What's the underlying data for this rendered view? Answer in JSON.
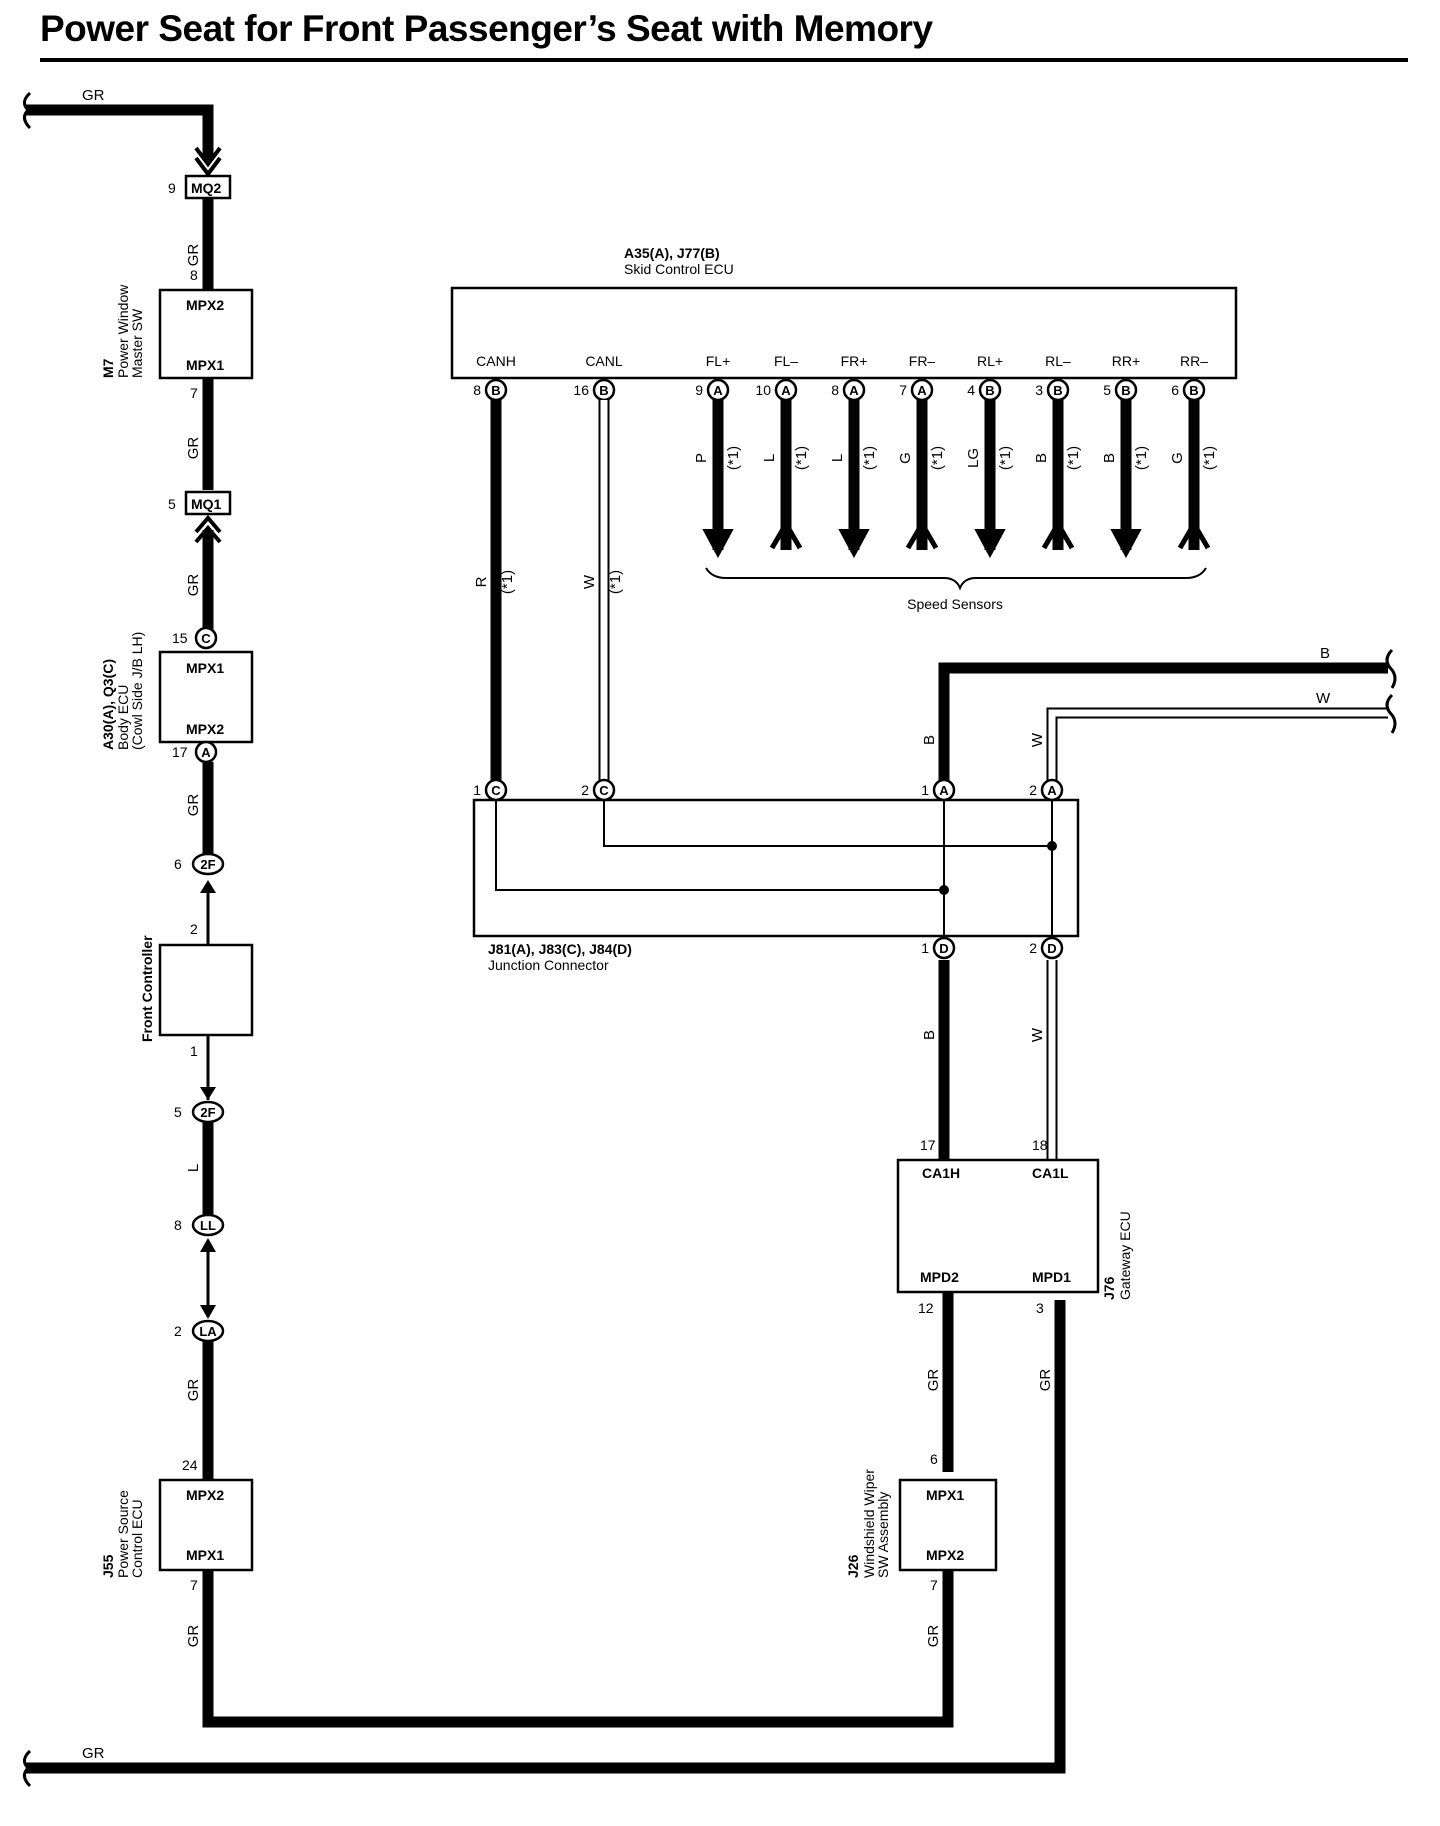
{
  "title": "Power Seat for Front Passenger’s Seat with Memory",
  "wire_colors": [
    "GR",
    "R",
    "W",
    "P",
    "L",
    "G",
    "LG",
    "B"
  ],
  "note_mark": "(*1)",
  "inline_connectors": {
    "mq2": {
      "id": "MQ2",
      "pin": "9"
    },
    "mq1": {
      "id": "MQ1",
      "pin": "5"
    },
    "f2f_top": {
      "id": "2F",
      "pin": "6"
    },
    "f2f_bot": {
      "id": "2F",
      "pin": "5"
    },
    "ll": {
      "id": "LL",
      "pin": "8"
    },
    "la": {
      "id": "LA",
      "pin": "2"
    }
  },
  "components": {
    "m7": {
      "code": "M7",
      "name1": "Power Window",
      "name2": "Master SW",
      "term_top": "MPX2",
      "term_bot": "MPX1",
      "pin_top": "8",
      "pin_bot": "7"
    },
    "body_ecu": {
      "code": "A30(A), Q3(C)",
      "name1": "Body ECU",
      "name2": "(Cowl Side J/B LH)",
      "term_top": "MPX1",
      "term_bot": "MPX2",
      "pin_top": "15",
      "pin_bot": "17",
      "conn_top": "C",
      "conn_bot": "A"
    },
    "front_controller": {
      "name": "Front Controller",
      "pin_top": "2",
      "pin_bot": "1"
    },
    "j55": {
      "code": "J55",
      "name1": "Power Source",
      "name2": "Control ECU",
      "term_top": "MPX2",
      "term_bot": "MPX1",
      "pin_top": "24",
      "pin_bot": "7"
    },
    "skid": {
      "code": "A35(A), J77(B)",
      "name": "Skid Control ECU",
      "terminals": [
        {
          "label": "CANH",
          "pin": "8",
          "conn": "B"
        },
        {
          "label": "CANL",
          "pin": "16",
          "conn": "B"
        },
        {
          "label": "FL+",
          "pin": "9",
          "conn": "A",
          "wire": "P"
        },
        {
          "label": "FL–",
          "pin": "10",
          "conn": "A",
          "wire": "L"
        },
        {
          "label": "FR+",
          "pin": "8",
          "conn": "A",
          "wire": "L"
        },
        {
          "label": "FR–",
          "pin": "7",
          "conn": "A",
          "wire": "G"
        },
        {
          "label": "RL+",
          "pin": "4",
          "conn": "B",
          "wire": "LG"
        },
        {
          "label": "RL–",
          "pin": "3",
          "conn": "B",
          "wire": "B"
        },
        {
          "label": "RR+",
          "pin": "5",
          "conn": "B",
          "wire": "B"
        },
        {
          "label": "RR–",
          "pin": "6",
          "conn": "B",
          "wire": "G"
        }
      ]
    },
    "speed_sensors": {
      "name": "Speed Sensors"
    },
    "junction": {
      "code": "J81(A), J83(C), J84(D)",
      "name": "Junction Connector",
      "pins_top": [
        {
          "pin": "1",
          "conn": "C"
        },
        {
          "pin": "2",
          "conn": "C"
        },
        {
          "pin": "1",
          "conn": "A"
        },
        {
          "pin": "2",
          "conn": "A"
        }
      ],
      "pins_bot": [
        {
          "pin": "1",
          "conn": "D"
        },
        {
          "pin": "2",
          "conn": "D"
        }
      ]
    },
    "gateway": {
      "code": "J76",
      "name": "Gateway ECU",
      "term_tl": "CA1H",
      "term_tr": "CA1L",
      "term_bl": "MPD2",
      "term_br": "MPD1",
      "pin_tl": "17",
      "pin_tr": "18",
      "pin_bl": "12",
      "pin_br": "3"
    },
    "j26": {
      "code": "J26",
      "name1": "Windshield Wiper",
      "name2": "SW Assembly",
      "term_top": "MPX1",
      "term_bot": "MPX2",
      "pin_top": "6",
      "pin_bot": "7"
    }
  }
}
